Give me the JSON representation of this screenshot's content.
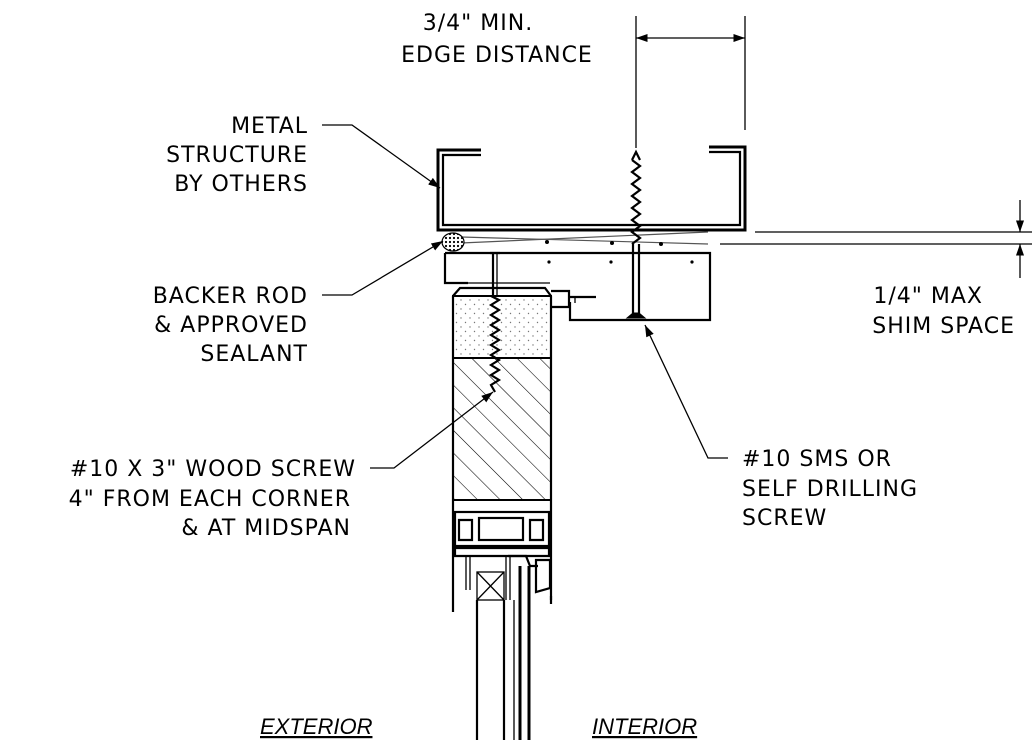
{
  "notes": {
    "edge_distance": [
      "3/4\" MIN.",
      "EDGE DISTANCE"
    ],
    "metal_structure": [
      "METAL",
      "STRUCTURE",
      "BY OTHERS"
    ],
    "backer_rod": [
      "BACKER ROD",
      "& APPROVED",
      "SEALANT"
    ],
    "shim_space": [
      "1/4\" MAX",
      "SHIM SPACE"
    ],
    "wood_screw": [
      "#10 X 3\" WOOD SCREW",
      "4\" FROM EACH CORNER",
      "& AT MIDSPAN"
    ],
    "sms_screw": [
      "#10 SMS OR",
      "SELF DRILLING",
      "SCREW"
    ]
  },
  "labels": {
    "exterior": "EXTERIOR",
    "interior": "INTERIOR"
  }
}
